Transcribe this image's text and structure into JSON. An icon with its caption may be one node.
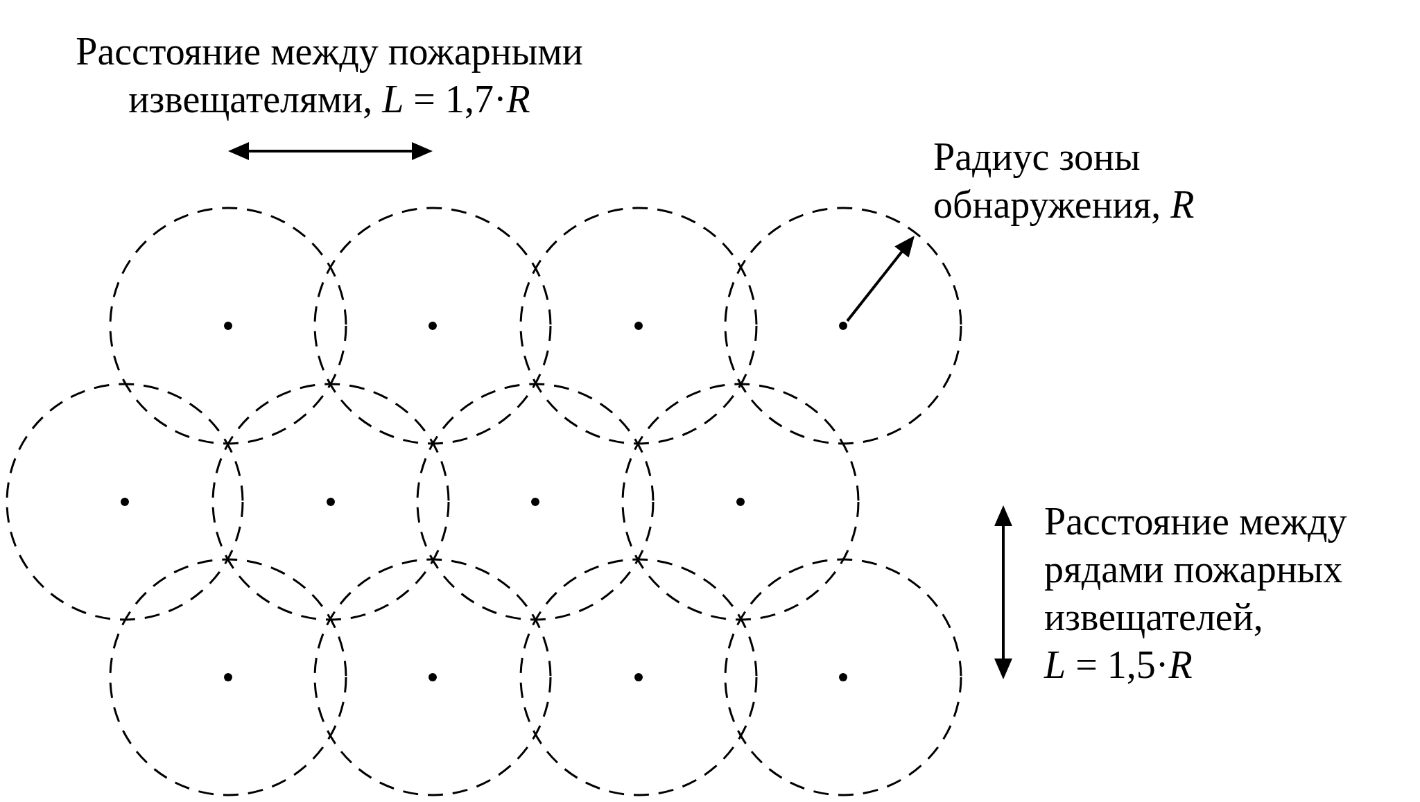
{
  "diagram": {
    "labels": [
      "Расстояние между пожарными извещателями, *L* = 1,7·*R*",
      "Радиус зоны обнаружения, *R*",
      "Расстояние между рядами пожарных извещателей, *L* = 1,5·*R*"
    ]
  }
}
